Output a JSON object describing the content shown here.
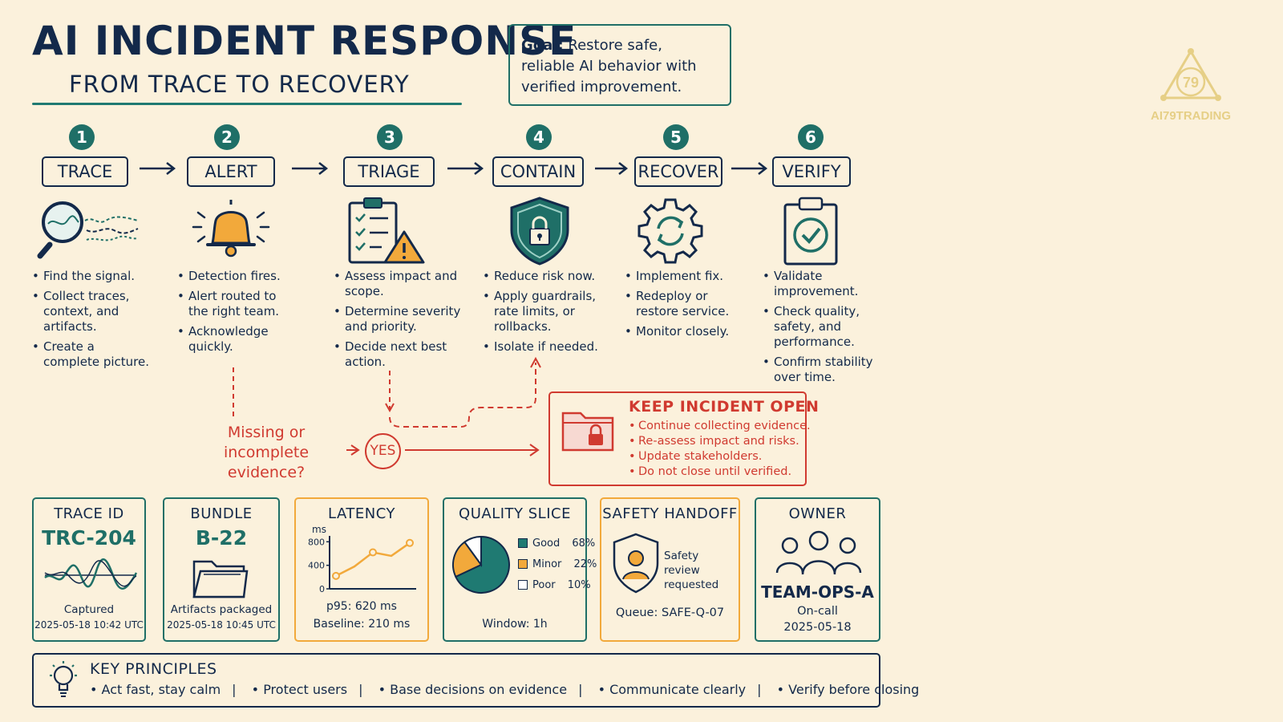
{
  "header": {
    "title": "AI INCIDENT RESPONSE",
    "subtitle": "FROM TRACE TO RECOVERY"
  },
  "goal": {
    "label": "Goal:",
    "text": "Restore safe, reliable AI behavior with verified improvement."
  },
  "logo": {
    "text": "AI79TRADING",
    "mark": "79"
  },
  "steps": [
    {
      "num": "1",
      "label": "TRACE",
      "icon": "magnifier-icon",
      "bullets": [
        "Find the signal.",
        "Collect traces, context, and artifacts.",
        "Create a complete picture."
      ]
    },
    {
      "num": "2",
      "label": "ALERT",
      "icon": "bell-icon",
      "bullets": [
        "Detection fires.",
        "Alert routed to the right team.",
        "Acknowledge quickly."
      ]
    },
    {
      "num": "3",
      "label": "TRIAGE",
      "icon": "clipboard-warning-icon",
      "bullets": [
        "Assess impact and scope.",
        "Determine severity and priority.",
        "Decide next best action."
      ]
    },
    {
      "num": "4",
      "label": "CONTAIN",
      "icon": "shield-lock-icon",
      "bullets": [
        "Reduce risk now.",
        "Apply guardrails, rate limits, or rollbacks.",
        "Isolate if needed."
      ]
    },
    {
      "num": "5",
      "label": "RECOVER",
      "icon": "gear-refresh-icon",
      "bullets": [
        "Implement fix.",
        "Redeploy or restore service.",
        "Monitor closely."
      ]
    },
    {
      "num": "6",
      "label": "VERIFY",
      "icon": "clipboard-check-icon",
      "bullets": [
        "Validate improvement.",
        "Check quality, safety, and performance.",
        "Confirm stability over time."
      ]
    }
  ],
  "decision": {
    "question": "Missing or incomplete evidence?",
    "answer": "YES"
  },
  "keep_open": {
    "title": "KEEP INCIDENT OPEN",
    "items": [
      "Continue collecting evidence.",
      "Re-assess impact and risks.",
      "Update stakeholders.",
      "Do not close until verified."
    ]
  },
  "cards": {
    "trace": {
      "title": "TRACE ID",
      "value": "TRC-204",
      "caption": "Captured",
      "timestamp": "2025-05-18 10:42 UTC"
    },
    "bundle": {
      "title": "BUNDLE",
      "value": "B-22",
      "caption": "Artifacts packaged",
      "timestamp": "2025-05-18 10:45 UTC"
    },
    "latency": {
      "title": "LATENCY",
      "unit": "ms",
      "p95": "p95: 620 ms",
      "baseline": "Baseline: 210 ms"
    },
    "quality": {
      "title": "QUALITY SLICE",
      "window": "Window: 1h",
      "legend": [
        {
          "name": "Good",
          "pct": "68%",
          "color": "#1f7a72"
        },
        {
          "name": "Minor",
          "pct": "22%",
          "color": "#f2a93b"
        },
        {
          "name": "Poor",
          "pct": "10%",
          "color": "#ffffff"
        }
      ]
    },
    "safety": {
      "title": "SAFETY HANDOFF",
      "note": "Safety review requested",
      "queue": "Queue: SAFE-Q-07"
    },
    "owner": {
      "title": "OWNER",
      "team": "TEAM-OPS-A",
      "role": "On-call",
      "date": "2025-05-18"
    }
  },
  "chart_data": [
    {
      "type": "line",
      "title": "LATENCY",
      "ylabel": "ms",
      "y_ticks": [
        "0",
        "400",
        "800"
      ],
      "ylim": [
        0,
        900
      ],
      "x": [
        1,
        2,
        3,
        4,
        5
      ],
      "series": [
        {
          "values": [
            220,
            380,
            620,
            560,
            780
          ]
        }
      ]
    },
    {
      "type": "pie",
      "title": "QUALITY SLICE",
      "categories": [
        "Good",
        "Minor",
        "Poor"
      ],
      "values": [
        68,
        22,
        10
      ]
    }
  ],
  "principles": {
    "title": "KEY PRINCIPLES",
    "items": [
      "Act fast, stay calm",
      "Protect users",
      "Base decisions on evidence",
      "Communicate clearly",
      "Verify before closing"
    ]
  },
  "colors": {
    "background": "#fbf1dc",
    "navy": "#13294a",
    "teal": "#1f6f67",
    "orange": "#f2a93b",
    "red": "#d03a30",
    "gold": "#e6cf86"
  }
}
